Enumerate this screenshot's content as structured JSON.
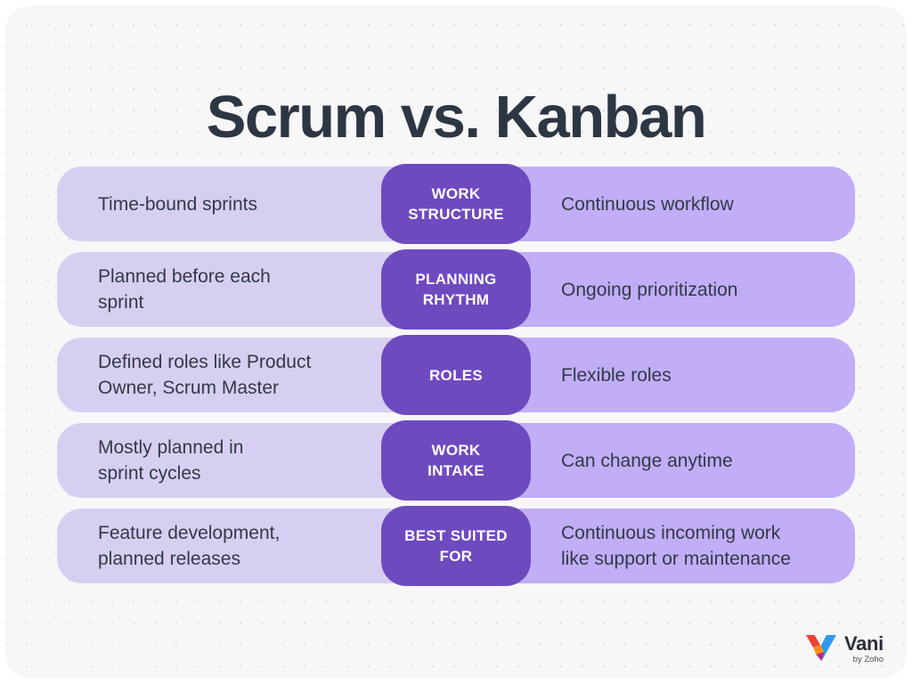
{
  "title": "Scrum vs. Kanban",
  "rows": [
    {
      "category": "WORK\nSTRUCTURE",
      "scrum": "Time-bound sprints",
      "kanban": "Continuous workflow"
    },
    {
      "category": "PLANNING\nRHYTHM",
      "scrum": "Planned before each\nsprint",
      "kanban": "Ongoing prioritization"
    },
    {
      "category": "ROLES",
      "scrum": "Defined roles like Product\nOwner, Scrum Master",
      "kanban": "Flexible roles"
    },
    {
      "category": "WORK\nINTAKE",
      "scrum": "Mostly planned in\nsprint cycles",
      "kanban": "Can change anytime"
    },
    {
      "category": "BEST SUITED\nFOR",
      "scrum": "Feature development,\nplanned releases",
      "kanban": "Continuous incoming work\nlike support or maintenance"
    }
  ],
  "branding": {
    "name": "Vani",
    "byline": "by Zoho"
  },
  "colors": {
    "page_bg": "#ffffff",
    "card_bg": "#f7f7f8",
    "scrum_cell": "#d7cff1",
    "kanban_cell": "#c2adf7",
    "pill": "#6e4abf",
    "title_text": "#2d3643",
    "body_text": "#303a46",
    "logo_blue": "#2e9bf0",
    "logo_red": "#ef4136",
    "logo_orange": "#f78f1e",
    "logo_magenta": "#c42487"
  }
}
